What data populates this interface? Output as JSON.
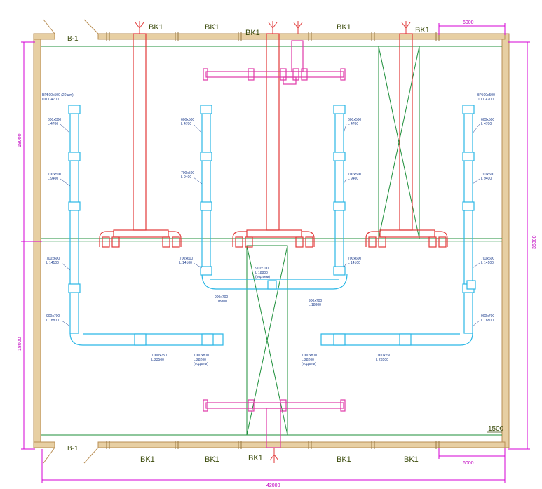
{
  "labels": {
    "b1_top": "B-1",
    "b1_bottom": "B-1",
    "vk": "BK1",
    "zone_number": "1500"
  },
  "dimensions": {
    "top_right_width": "6000",
    "bottom_right_width": "6000",
    "left_upper_height": "18000",
    "left_lower_height": "18000",
    "right_total_height": "36000",
    "bottom_total_width": "42000"
  },
  "duct_notes": {
    "left_top": [
      "BP500x500 (20 шт.)",
      "ПП L 4700"
    ],
    "left_600": [
      "600x500",
      "L 4700"
    ],
    "left_700": [
      "700x500",
      "L 9400"
    ],
    "left_700b": [
      "700x600",
      "L 14100"
    ],
    "left_900": [
      "900x700",
      "L 18800"
    ],
    "left_1000": [
      "1000x750",
      "L 23500"
    ],
    "left_1000b": [
      "1000x800",
      "L 28200",
      "(подъем)"
    ],
    "c_600": [
      "600x500",
      "L 4700"
    ],
    "c_700": [
      "700x500",
      "L 9400"
    ],
    "c_700b": [
      "700x600",
      "L 14100"
    ],
    "c_900": [
      "900x700",
      "L 18800"
    ],
    "c_900top": [
      "900x700",
      "L 18800",
      "(подъем)"
    ],
    "cr_600": [
      "600x500",
      "L 4700"
    ],
    "cr_700": [
      "700x500",
      "L 9400"
    ],
    "cr_700b": [
      "700x600",
      "L 14100"
    ],
    "cr_900": [
      "900x700",
      "L 18800"
    ],
    "cr_1000b": [
      "1000x800",
      "L 28200",
      "(подъем)"
    ],
    "cr_1000": [
      "1000x750",
      "L 23500"
    ],
    "right_top": [
      "BP500x500",
      "ПП L 4700"
    ],
    "right_600": [
      "600x500",
      "L 4700"
    ],
    "right_700": [
      "700x500",
      "L 9400"
    ],
    "right_700b": [
      "700x600",
      "L 14100"
    ],
    "right_900": [
      "900x700",
      "L 18800"
    ]
  },
  "colors": {
    "wall": "#d8b98a",
    "grid": "#1d8f3a",
    "supply": "#2bb7e6",
    "exhaust": "#e23a3a",
    "branch": "#e03aa8",
    "dim": "#d400d4",
    "label": "#3a4a0a"
  }
}
